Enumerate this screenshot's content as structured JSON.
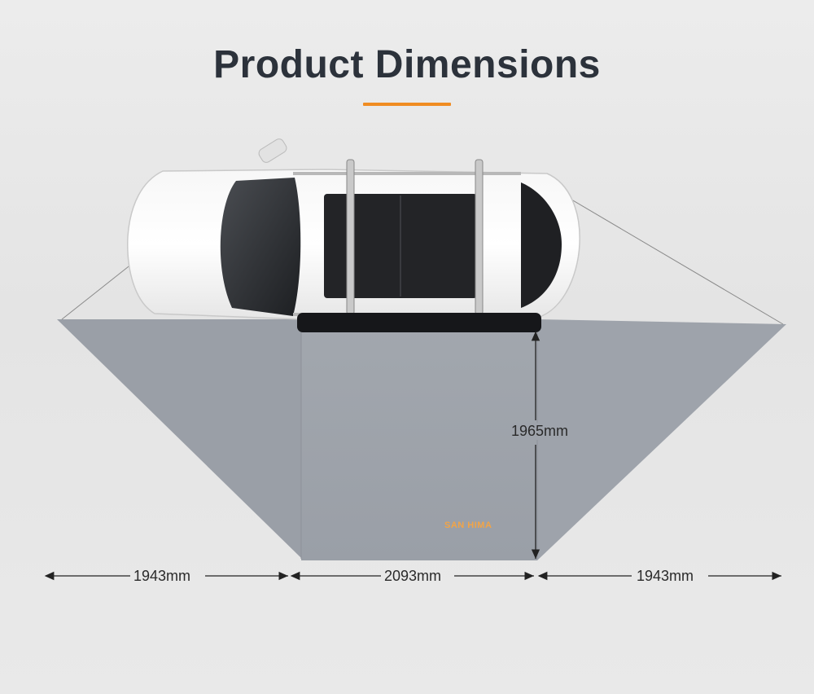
{
  "header": {
    "title": "Product Dimensions",
    "accent_color": "#f08c22"
  },
  "diagram": {
    "subject": "car with side awning, top view",
    "awning_color": "#9ea3ab",
    "dimensions": {
      "left_width": "1943mm",
      "center_width": "2093mm",
      "right_width": "1943mm",
      "depth": "1965mm"
    },
    "brand_mark": "SAN HIMA"
  }
}
